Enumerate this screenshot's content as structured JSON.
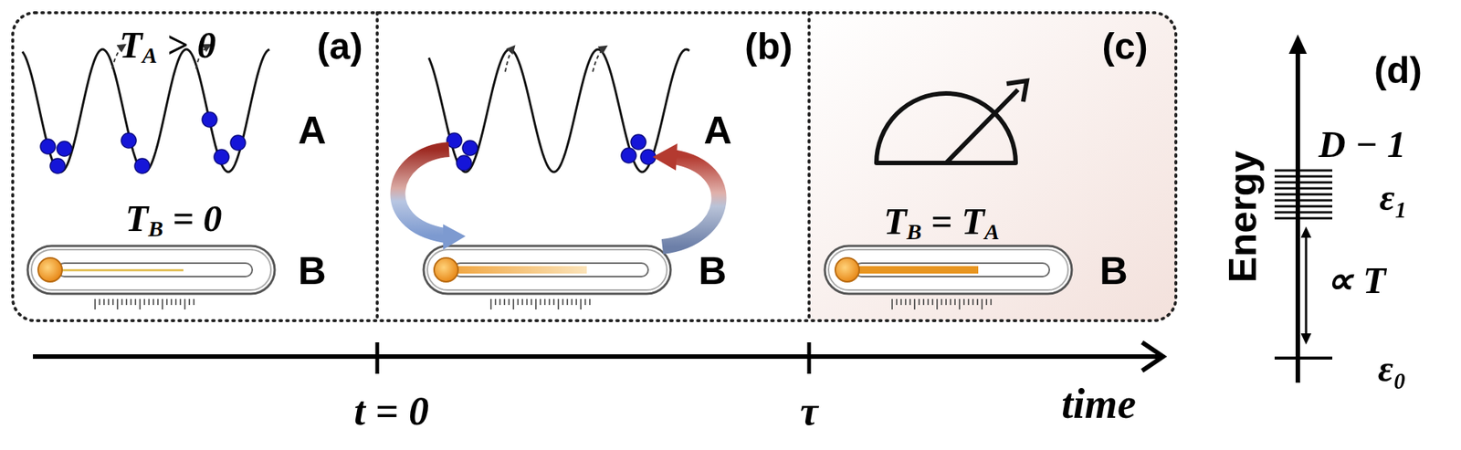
{
  "diagram": {
    "nodes": [
      {
        "text": [
          "(a)",
          "TA > 0",
          "A",
          "TB = 0",
          "B"
        ]
      },
      {
        "text": [
          "(b)",
          "A",
          "B"
        ]
      },
      {
        "text": [
          "(c)",
          "TB = TA",
          "B"
        ]
      }
    ],
    "labels": [
      "t = 0",
      "τ",
      "time",
      "(d)",
      "Energy",
      "D − 1",
      "ε₁",
      "∝ T",
      "ε₀"
    ]
  }
}
